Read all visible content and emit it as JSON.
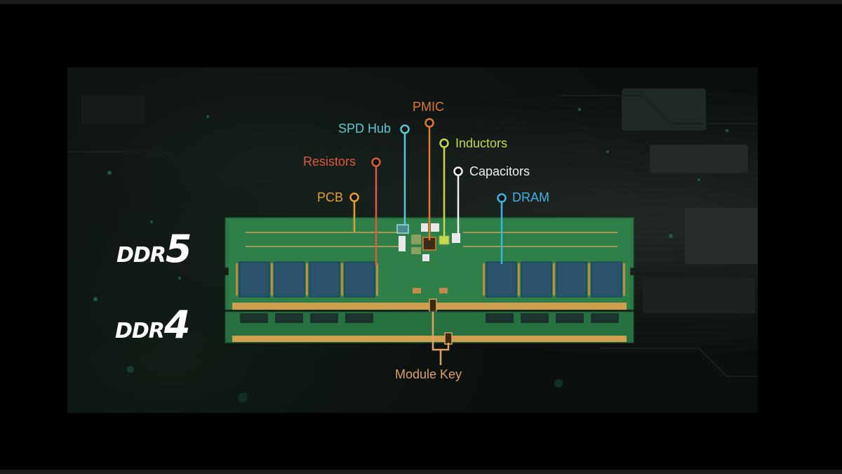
{
  "colors": {
    "pcb": "#e0a32c",
    "resistors": "#e0573f",
    "spd_hub": "#5ec7d6",
    "pmic": "#e07a2e",
    "inductors": "#c6d94b",
    "capacitors": "#f0f0f0",
    "dram": "#3fb3e6",
    "module_key": "#e0a060"
  },
  "modules": {
    "ddr5": {
      "prefix": "DDR",
      "number": "5"
    },
    "ddr4": {
      "prefix": "DDR",
      "number": "4"
    }
  },
  "labels": {
    "pcb": "PCB",
    "resistors": "Resistors",
    "spd_hub": "SPD Hub",
    "pmic": "PMIC",
    "inductors": "Inductors",
    "capacitors": "Capacitors",
    "dram": "DRAM",
    "module_key": "Module Key"
  }
}
